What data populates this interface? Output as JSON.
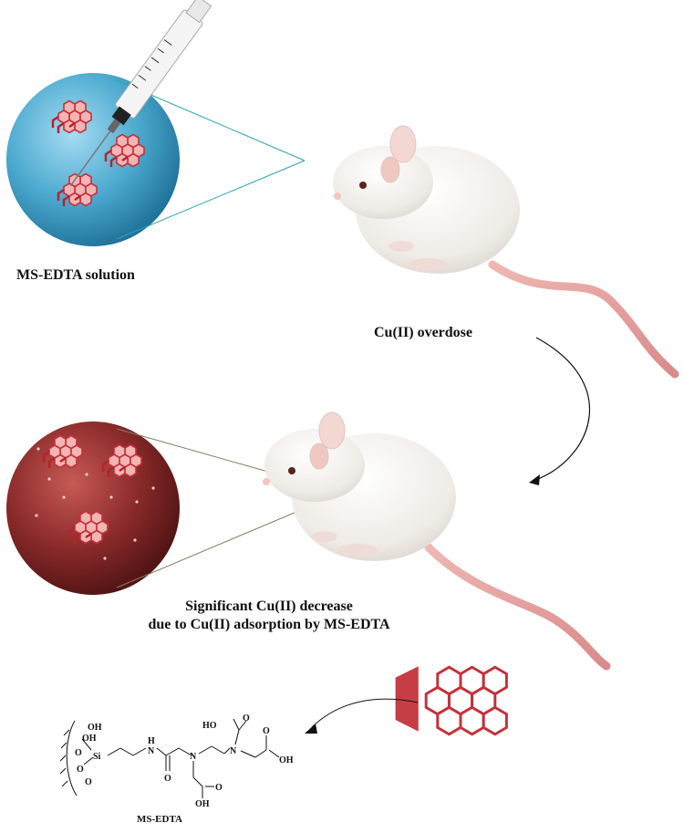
{
  "labels": {
    "solution": "MS-EDTA solution",
    "overdose": "Cu(II) overdose",
    "decrease_line1": "Significant Cu(II) decrease",
    "decrease_line2": "due to Cu(II) adsorption by MS-EDTA",
    "compound": "MS-EDTA"
  },
  "chemistry": {
    "oh_top": "OH",
    "oh_second": "OH",
    "o_upper": "O",
    "si": "Si",
    "o_lower": "O",
    "o_bottom": "O",
    "nh": "H",
    "n_amide": "N",
    "carbonyl_o": "O",
    "n_center": "N",
    "n_right": "N",
    "oh_left_acid": "HO",
    "o_left_acid": "O",
    "o_right_acid": "O",
    "oh_right_acid": "OH",
    "o_bottom_acid": "O",
    "oh_bottom_acid": "OH"
  },
  "colors": {
    "blue_sphere": "#4ba9cf",
    "red_sphere": "#8a2a2a",
    "particle_red": "#d9434a",
    "mouse_white": "#f2eeea",
    "tail_pink": "#e8a0a0"
  }
}
